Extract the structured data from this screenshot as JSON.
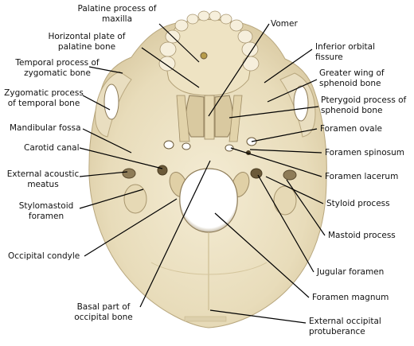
{
  "labels": {
    "palatine_process": "Palatine process of\nmaxilla",
    "horizontal_plate": "Horizontal plate of\npalatine bone",
    "temporal_process": "Temporal process of\nzygomatic bone",
    "zygomatic_process": "Zygomatic process\nof temporal bone",
    "mandibular_fossa": "Mandibular fossa",
    "carotid_canal": "Carotid canal",
    "external_acoustic_meatus": "External acoustic\nmeatus",
    "stylomastoid_foramen": "Stylomastoid\nforamen",
    "occipital_condyle": "Occipital condyle",
    "basal_part": "Basal part of\noccipital bone",
    "vomer": "Vomer",
    "inferior_orbital_fissure": "Inferior orbital\nfissure",
    "greater_wing": "Greater wing of\nsphenoid bone",
    "pterygoid_process": "Pterygoid process of\nsphenoid bone",
    "foramen_ovale": "Foramen ovale",
    "foramen_spinosum": "Foramen spinosum",
    "foramen_lacerum": "Foramen lacerum",
    "styloid_process": "Styloid process",
    "mastoid_process": "Mastoid process",
    "jugular_foramen": "Jugular foramen",
    "foramen_magnum": "Foramen magnum",
    "external_occipital_protuberance": "External occipital\nprotuberance"
  },
  "colors": {
    "background": "#ffffff",
    "bone_light": "#efe6c9",
    "bone_mid": "#e3d6b2",
    "bone_dark": "#c9b88c",
    "shadow": "#6b5a3a",
    "leader_line": "#000000",
    "text": "#111111"
  }
}
